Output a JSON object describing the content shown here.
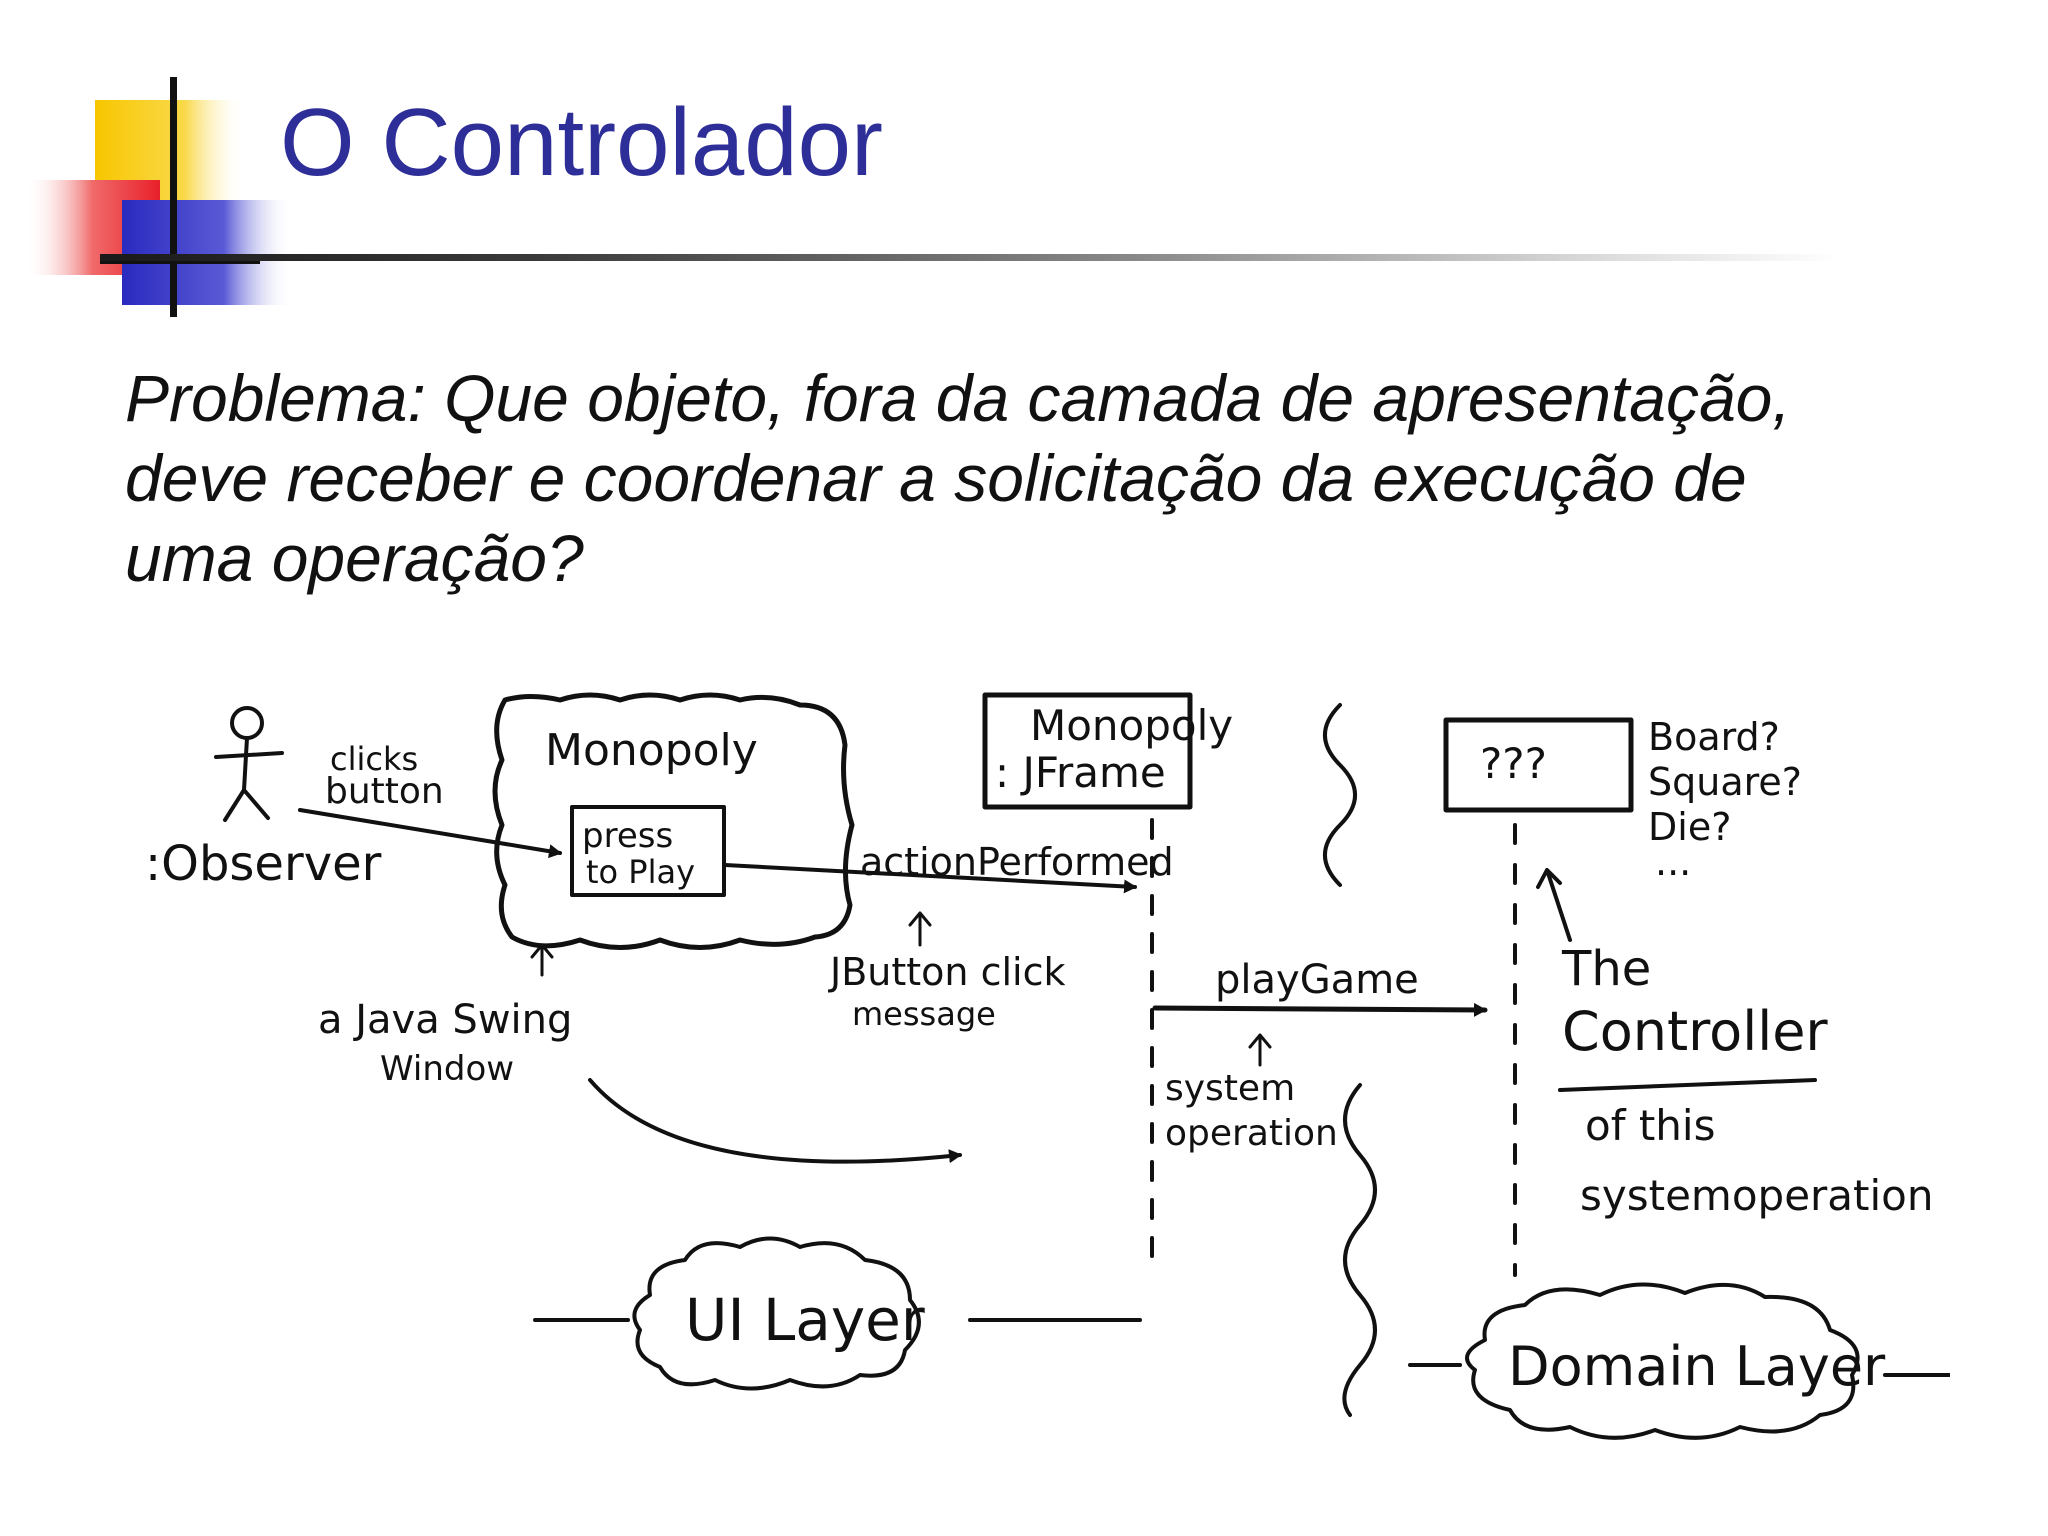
{
  "slide": {
    "title": "O Controlador",
    "problem_lines": [
      "Problema: Que objeto, fora da camada de apresentação,",
      "deve receber e coordenar a solicitação da execução de",
      "uma operação?"
    ]
  },
  "diagram": {
    "observer_label": ":Observer",
    "clicks_label": "clicks",
    "button_label": "button",
    "monopoly_window_label": "Monopoly",
    "press_label": "press",
    "to_play_label": "to Play",
    "java_swing_line1": "a Java Swing",
    "java_swing_line2": "Window",
    "jframe_line1": "Monopoly",
    "jframe_line2": ": JFrame",
    "action_performed_label": "actionPerformed",
    "jbutton_line1": "JButton click",
    "jbutton_line2": "message",
    "play_game_label": "playGame",
    "system_label": "system",
    "operation_label": "operation",
    "unknown_object_label": "???",
    "candidates": [
      "Board?",
      "Square?",
      "Die?",
      "..."
    ],
    "controller_line1": "The",
    "controller_line2": "Controller",
    "controller_line3": "of this",
    "controller_line4": "systemoperation",
    "ui_layer_label": "UI Layer",
    "domain_layer_label": "Domain Layer"
  }
}
